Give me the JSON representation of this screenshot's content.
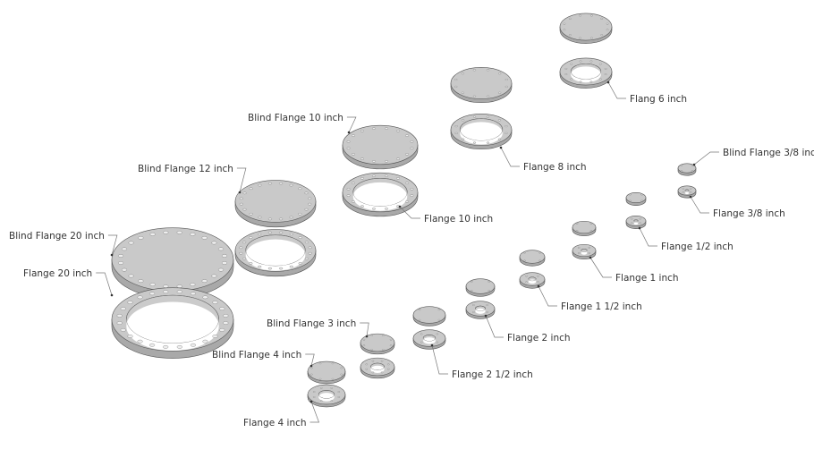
{
  "labels": {
    "blind_20": "Blind Flange 20 inch",
    "flange_20": "Flange 20 inch",
    "blind_12": "Blind Flange 12 inch",
    "blind_10": "Blind Flange 10 inch",
    "flange_10": "Flange 10 inch",
    "flange_8": "Flange 8 inch",
    "flange_6": "Flang 6 inch",
    "blind_3_8": "Blind Flange 3/8 inch",
    "flange_3_8": "Flange 3/8 inch",
    "flange_1_2": "Flange 1/2 inch",
    "flange_1": "Flange 1 inch",
    "flange_1_1_2": "Flange 1 1/2 inch",
    "flange_2": "Flange 2 inch",
    "flange_2_1_2": "Flange 2 1/2 inch",
    "blind_3": "Blind Flange 3 inch",
    "blind_4": "Blind Flange 4 inch",
    "flange_4": "Flange 4 inch"
  },
  "colors": {
    "face": "#c9c9c9",
    "side": "#a9a9a9",
    "edge": "#555555",
    "hole": "#eeeeee",
    "leader": "#777777"
  }
}
